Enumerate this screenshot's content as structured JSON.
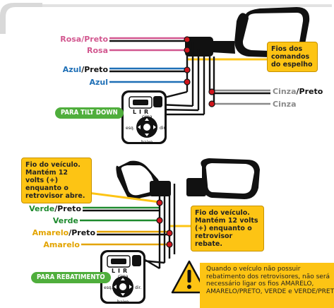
{
  "section_top": {
    "wires": [
      {
        "label": "Rosa/Preto",
        "color_a": "#d2578f",
        "color_b": "#111111"
      },
      {
        "label": "Rosa",
        "color_a": "#d2578f",
        "color_b": ""
      },
      {
        "label": "Azul/Preto",
        "color_a": "#1e6fb6",
        "color_b": "#111111"
      },
      {
        "label": "Azul",
        "color_a": "#1e6fb6",
        "color_b": ""
      },
      {
        "label": "Cinza/Preto",
        "color_a": "#8a8a8a",
        "color_b": "#111111"
      },
      {
        "label": "Cinza",
        "color_a": "#8a8a8a",
        "color_b": ""
      }
    ],
    "callout": "Fios dos comandos do espelho",
    "mode_button": "PARA TILT DOWN"
  },
  "section_bottom": {
    "wires": [
      {
        "label": "Verde/Preto",
        "color_a": "#1e8a2e",
        "color_b": "#111111"
      },
      {
        "label": "Verde",
        "color_a": "#1e8a2e",
        "color_b": ""
      },
      {
        "label": "Amarelo/Preto",
        "color_a": "#e3a400",
        "color_b": "#111111"
      },
      {
        "label": "Amarelo",
        "color_a": "#e3a400",
        "color_b": ""
      }
    ],
    "callout_left": "Fio do veículo. Mantém 12 volts (+) enquanto o retrovisor abre.",
    "callout_right": "Fio do veículo. Mantém 12 volts (+) enquanto o retrovisor rebate.",
    "mode_button": "PARA REBATIMENTO",
    "warning_lines": [
      "Quando o veículo não possuir",
      "rebatimento dos retrovisores, não será",
      "necessário ligar os fios AMARELO,",
      "AMARELO/PRETO, VERDE e VERDE/PRETO."
    ]
  },
  "switch_panel": {
    "selector_letters": [
      "L",
      "I",
      "R"
    ],
    "direction_labels": {
      "up": "cima",
      "down": "baixo",
      "left": "esq.",
      "right": "dir."
    }
  },
  "colors": {
    "warning": "#fdc414",
    "pill": "#4fae3c",
    "connector": "#d0161e",
    "wire_black": "#111111"
  },
  "icons": [
    "mirror-icon",
    "switch-panel-icon",
    "fold-mirror-icon",
    "warning-icon"
  ]
}
